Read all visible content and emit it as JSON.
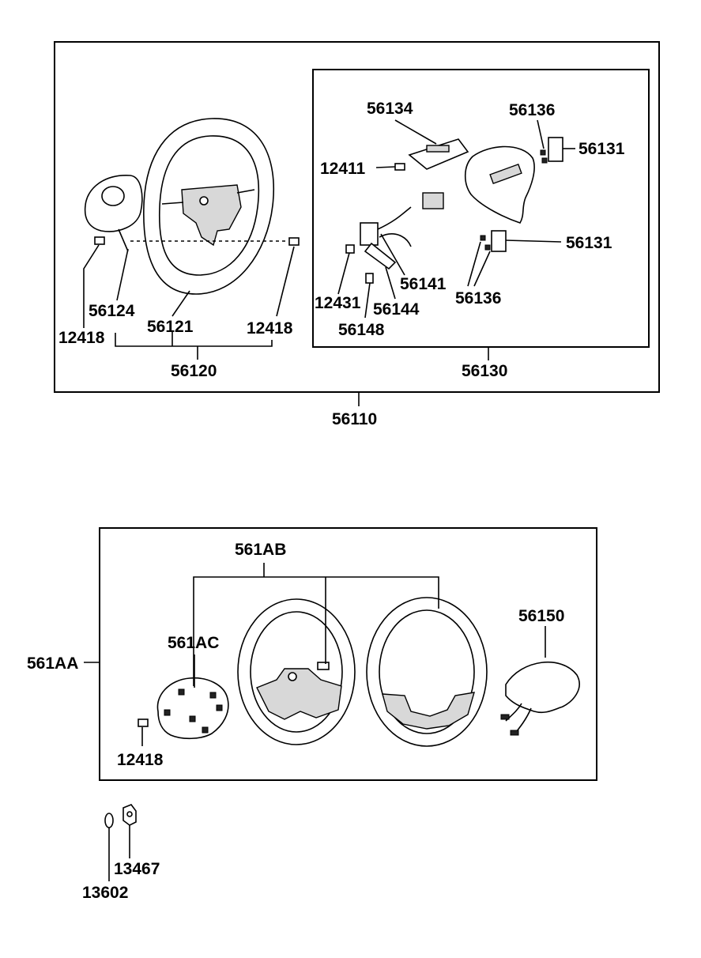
{
  "parts": {
    "p56110": "56110",
    "p56120": "56120",
    "p56121": "56121",
    "p56124": "56124",
    "p12418_left": "12418",
    "p12418_right": "12418",
    "p56130": "56130",
    "p56134": "56134",
    "p12411": "12411",
    "p56136_top": "56136",
    "p56131_top": "56131",
    "p56131_bottom": "56131",
    "p56136_bottom": "56136",
    "p56141": "56141",
    "p56144": "56144",
    "p12431": "12431",
    "p56148": "56148",
    "p561AA": "561AA",
    "p561AB": "561AB",
    "p561AC": "561AC",
    "p56150": "56150",
    "p12418_lower": "12418",
    "p13467": "13467",
    "p13602": "13602"
  }
}
